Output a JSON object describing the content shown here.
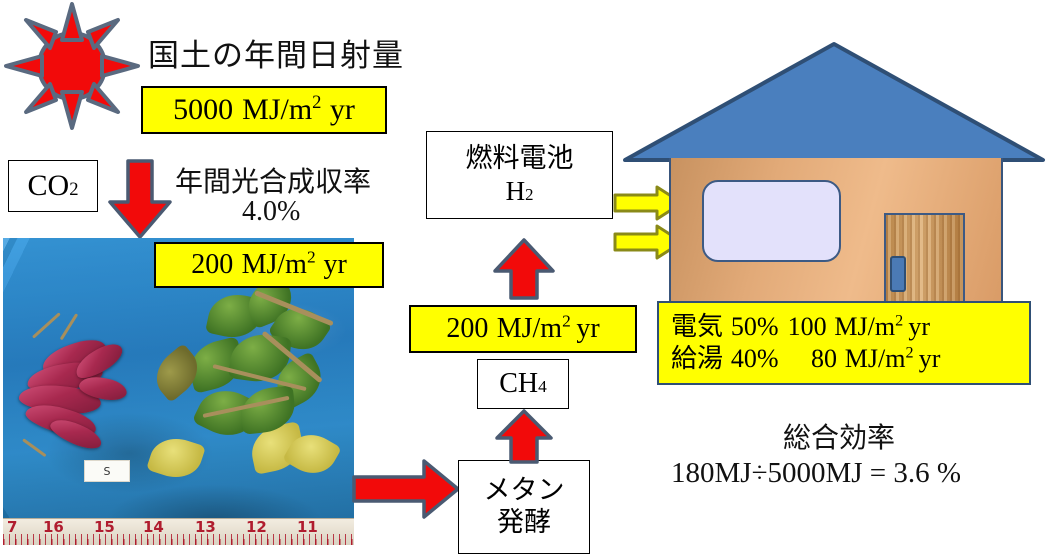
{
  "diagram": {
    "title_solar": "国土の年間日射量",
    "solar_value": {
      "number": "5000",
      "unit_main": "MJ/m",
      "unit_sup": "2",
      "unit_tail": "yr",
      "full": "5000 MJ/m2 yr"
    },
    "co2_label": "CO",
    "co2_sub": "2",
    "photosynth_label": "年間光合成収率",
    "photosynth_value": "4.0%",
    "biomass_value": {
      "number": "200",
      "unit_main": "MJ/m",
      "unit_sup": "2",
      "unit_tail": "yr",
      "full": "200 MJ/m2 yr"
    },
    "methane_box_line1": "メタン",
    "methane_box_line2": "発酵",
    "ch4_label": "CH",
    "ch4_sub": "4",
    "biogas_value": {
      "number": "200",
      "unit_main": "MJ/m",
      "unit_sup": "2",
      "unit_tail": "yr",
      "full": "200 MJ/m2 yr"
    },
    "fuelcell_line1": "燃料電池",
    "fuelcell_line2_main": "H",
    "fuelcell_line2_sub": "2",
    "output_row1": {
      "label": "電気",
      "percent": "50%",
      "number": "100",
      "unit_main": "MJ/m",
      "unit_sup": "2",
      "unit_tail": "yr"
    },
    "output_row2": {
      "label": "給湯",
      "percent": "40%",
      "number": "80",
      "unit_main": "MJ/m",
      "unit_sup": "2",
      "unit_tail": "yr"
    },
    "efficiency_title": "総合効率",
    "efficiency_formula": "180MJ÷5000MJ = 3.6 %",
    "photo_sample_label": "S",
    "photo_ruler_marks": [
      "7",
      "16",
      "15",
      "14",
      "13",
      "12",
      "11"
    ]
  },
  "colors": {
    "highlight_yellow": "#ffff00",
    "arrow_red": "#f20a0a",
    "arrow_red_outline": "#4a5a72",
    "arrow_yellow": "#ffff00",
    "arrow_yellow_outline": "#8a8a18",
    "roof_blue": "#4a7fbe",
    "roof_outline": "#2f4f75",
    "wall_tan": "#e2aa78",
    "window_lilac": "#e3e1fb",
    "sun_red": "#f20a0a",
    "sun_outline": "#5a6a80",
    "tarp_blue": "#2b8fd6"
  },
  "icons": {
    "sun": "sun-icon",
    "house": "house-icon",
    "arrow_down_red": "arrow-down-red-icon",
    "arrow_up_red": "arrow-up-red-icon",
    "arrow_right_red": "arrow-right-red-icon",
    "arrow_right_yellow": "arrow-right-yellow-icon"
  }
}
